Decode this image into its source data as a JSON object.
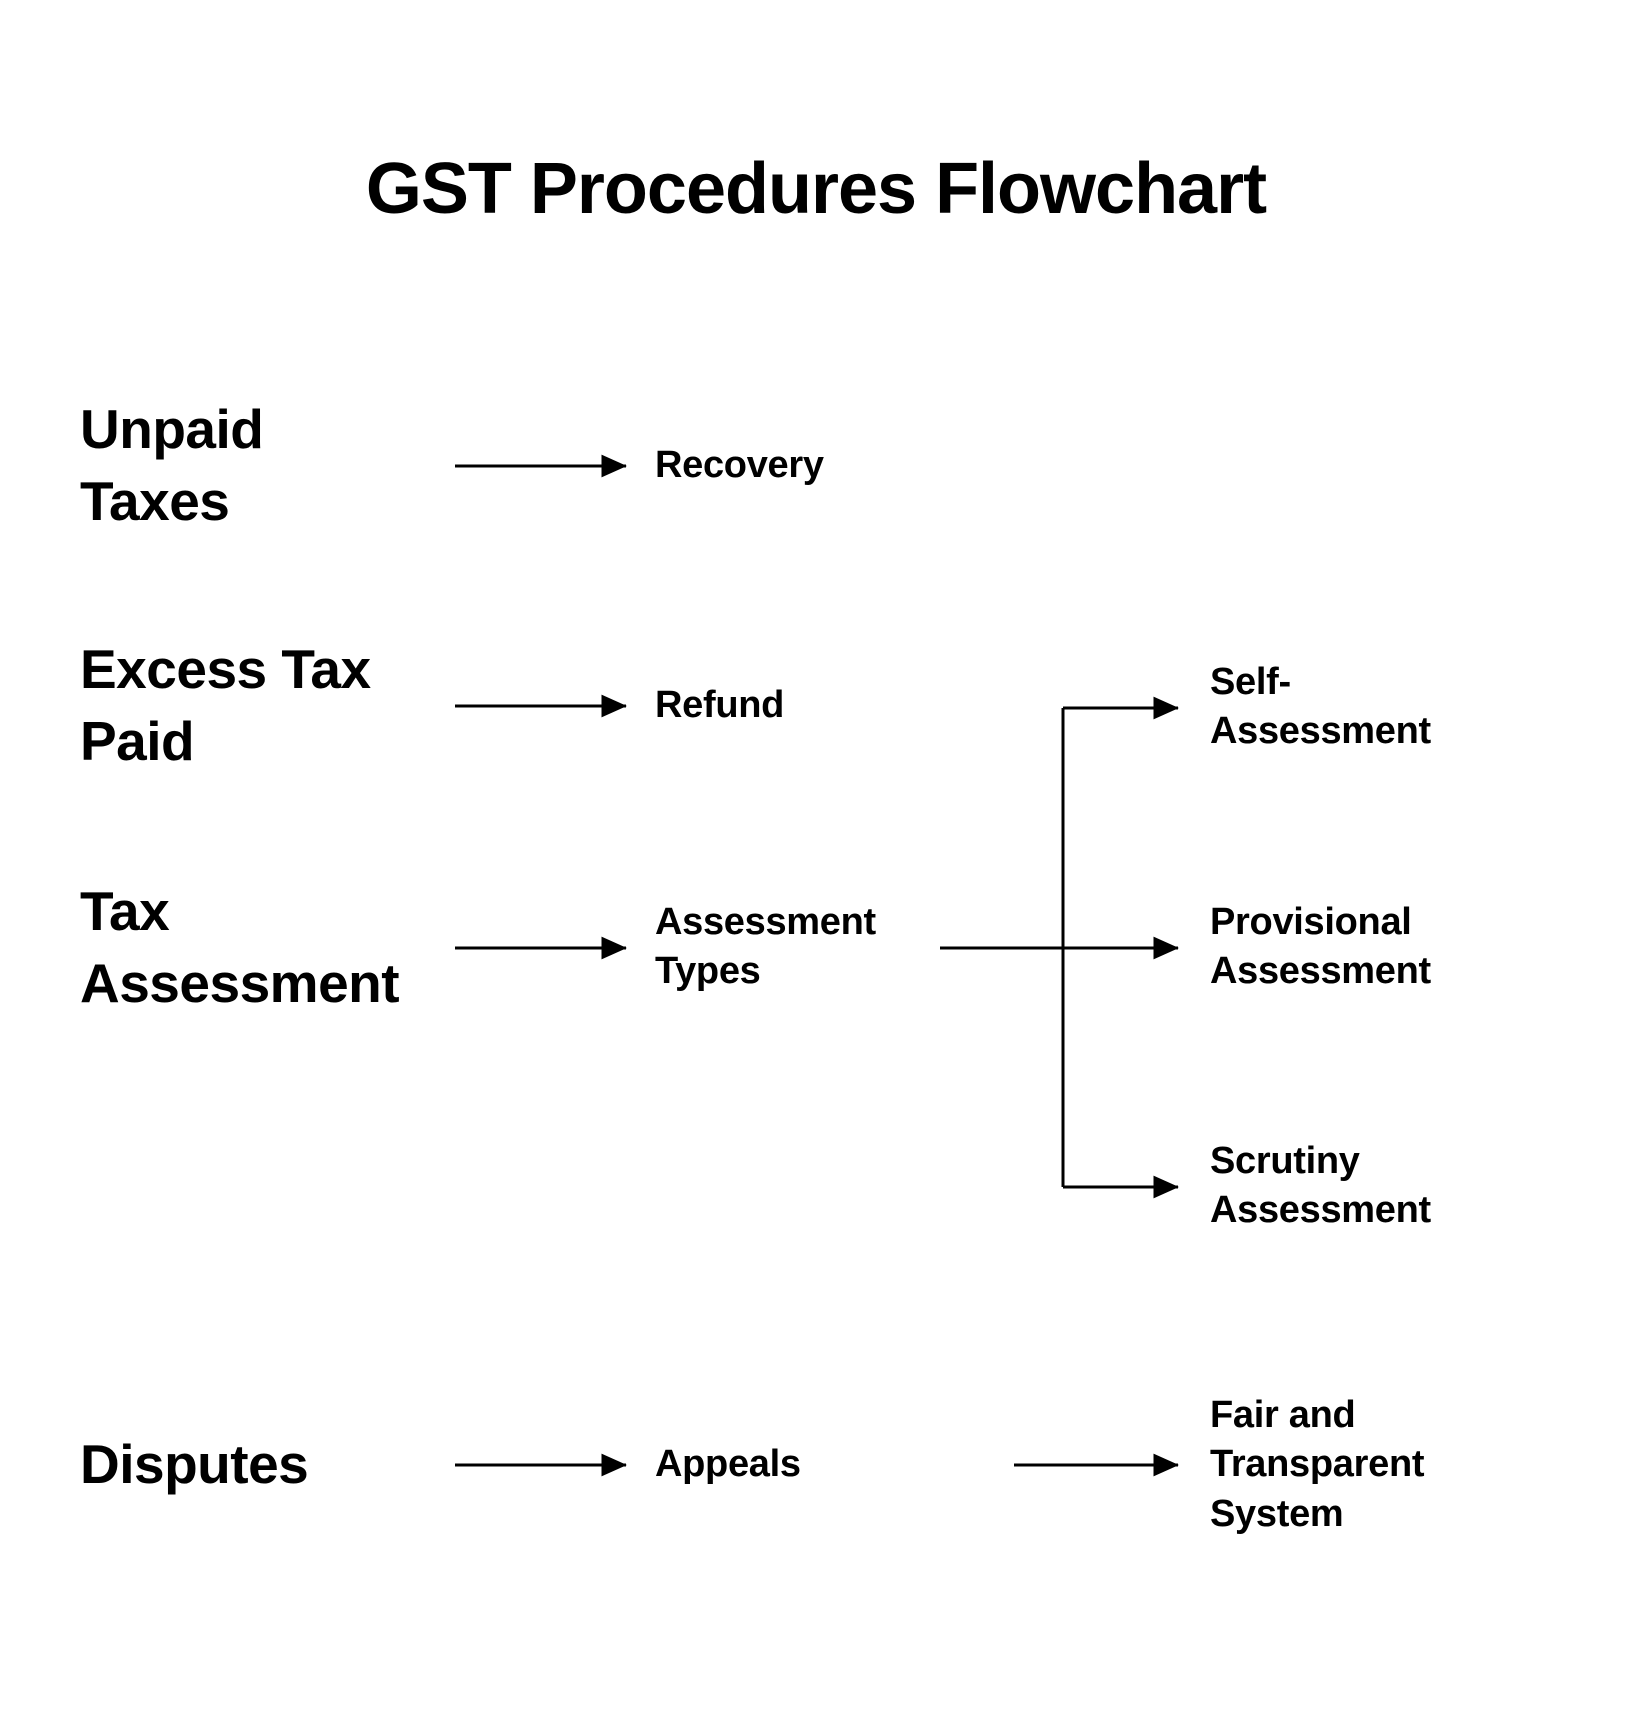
{
  "title": "GST Procedures Flowchart",
  "nodes": {
    "unpaid_taxes": {
      "label": "Unpaid Taxes"
    },
    "recovery": {
      "label": "Recovery"
    },
    "excess_tax_paid": {
      "label": "Excess Tax Paid"
    },
    "refund": {
      "label": "Refund"
    },
    "tax_assessment": {
      "label": "Tax Assessment"
    },
    "assessment_types": {
      "label": "Assessment Types"
    },
    "self_assessment": {
      "label": "Self-Assessment"
    },
    "provisional_assessment": {
      "label": "Provisional Assessment"
    },
    "scrutiny_assessment": {
      "label": "Scrutiny Assessment"
    },
    "disputes": {
      "label": "Disputes"
    },
    "appeals": {
      "label": "Appeals"
    },
    "fair_transparent_system": {
      "label": "Fair and Transparent System"
    }
  },
  "edges": [
    {
      "from": "Unpaid Taxes",
      "to": "Recovery"
    },
    {
      "from": "Excess Tax Paid",
      "to": "Refund"
    },
    {
      "from": "Tax Assessment",
      "to": "Assessment Types"
    },
    {
      "from": "Assessment Types",
      "to": "Self-Assessment"
    },
    {
      "from": "Assessment Types",
      "to": "Provisional Assessment"
    },
    {
      "from": "Assessment Types",
      "to": "Scrutiny Assessment"
    },
    {
      "from": "Disputes",
      "to": "Appeals"
    },
    {
      "from": "Appeals",
      "to": "Fair and Transparent System"
    }
  ],
  "colors": {
    "background": "#ffffff",
    "line": "#000000",
    "text": "#000000"
  }
}
